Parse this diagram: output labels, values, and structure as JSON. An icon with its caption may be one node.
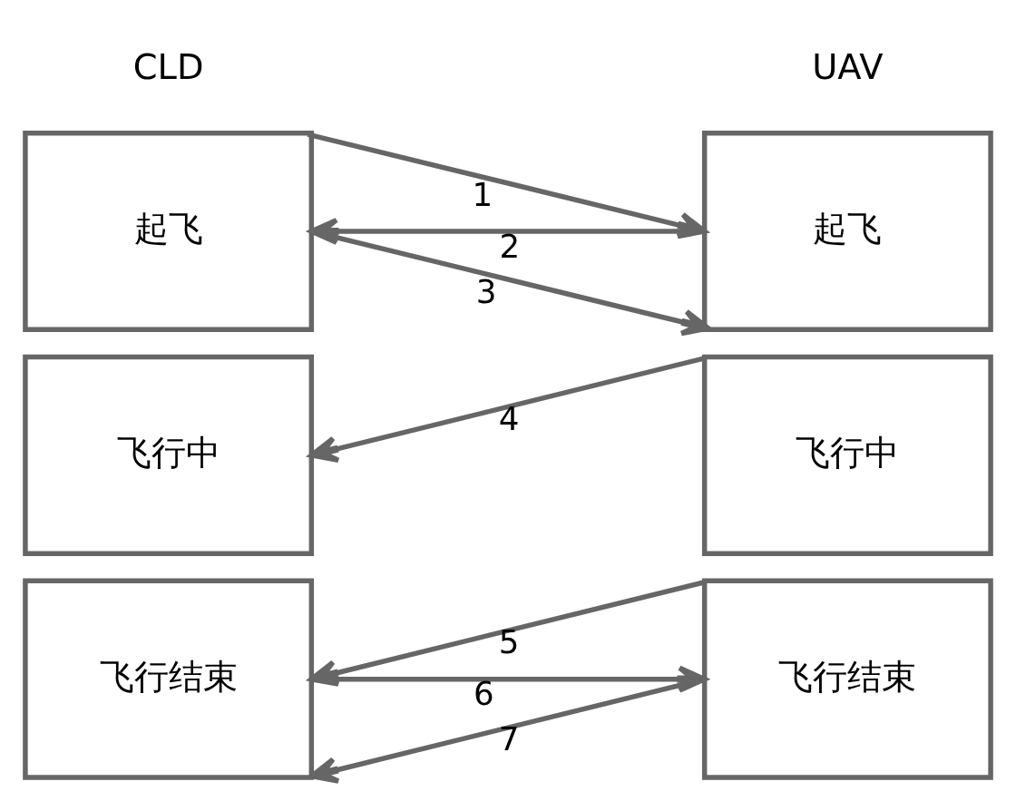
{
  "diagram": {
    "nodes": [
      {
        "text": [
          "起飞"
        ]
      },
      {
        "text": [
          "起飞"
        ]
      },
      {
        "text": [
          "飞行中"
        ]
      },
      {
        "text": [
          "飞行中"
        ]
      },
      {
        "text": [
          "飞行结束"
        ]
      },
      {
        "text": [
          "飞行结束"
        ]
      }
    ],
    "edges": [
      {
        "from": 0,
        "to": 1,
        "arrow": "to",
        "label": "1"
      },
      {
        "from": 1,
        "to": 0,
        "arrow": "to",
        "label": "2"
      },
      {
        "from": 0,
        "to": 1,
        "arrow": "to",
        "label": "3"
      },
      {
        "from": 3,
        "to": 2,
        "arrow": "to",
        "label": "4"
      },
      {
        "from": 5,
        "to": 4,
        "arrow": "to",
        "label": "5"
      },
      {
        "from": 4,
        "to": 5,
        "arrow": "to",
        "label": "6"
      },
      {
        "from": 5,
        "to": 4,
        "arrow": "to",
        "label": "7"
      }
    ],
    "labels": [
      "CLD",
      "UAV"
    ]
  }
}
